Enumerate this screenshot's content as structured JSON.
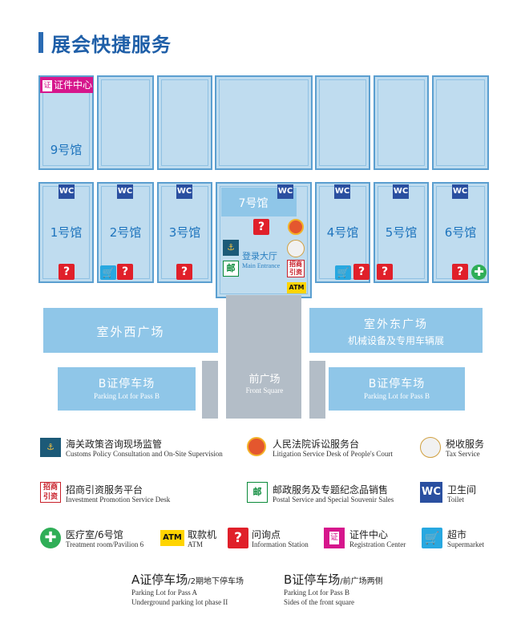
{
  "page": {
    "title": "展会快捷服务"
  },
  "top_halls": [
    {
      "label": "9号馆"
    },
    {
      "label": ""
    },
    {
      "label": ""
    },
    {
      "label": ""
    },
    {
      "label": ""
    },
    {
      "label": ""
    },
    {
      "label": ""
    }
  ],
  "registration_badge": {
    "icon_text": "证",
    "label": "证件中心"
  },
  "bottom_halls": {
    "h1": "1号馆",
    "h2": "2号馆",
    "h3": "3号馆",
    "h7": "7号馆",
    "h4": "4号馆",
    "h5": "5号馆",
    "h6": "6号馆"
  },
  "lobby": {
    "cn": "登录大厅",
    "en": "Main Entrance"
  },
  "icons": {
    "wc": "WC",
    "question": "?",
    "atm": "ATM",
    "cart": "🛒",
    "cross": "✚",
    "customs": "⚓",
    "post": "邮",
    "invest_1": "招商",
    "invest_2": "引资",
    "court": "法",
    "tax": "税"
  },
  "plazas": {
    "west": "室外西广场",
    "east_1": "室外东广场",
    "east_2": "机械设备及专用车辆展",
    "front_cn": "前广场",
    "front_en": "Front Square",
    "parking_b_cn": "B证停车场",
    "parking_b_en": "Parking Lot for Pass B"
  },
  "legend": [
    {
      "cn": "海关政策咨询现场监管",
      "en": "Customs Policy Consultation and On-Site Supervision",
      "icon": "customs-icon"
    },
    {
      "cn": "人民法院诉讼服务台",
      "en": "Litigation Service Desk of People's Court",
      "icon": "court-emblem-icon"
    },
    {
      "cn": "税收服务",
      "en": "Tax Service",
      "icon": "tax-emblem-icon"
    },
    {
      "cn": "招商引资服务平台",
      "en": "Investment Promotion Service Desk",
      "icon": "investment-icon"
    },
    {
      "cn": "邮政服务及专题纪念品销售",
      "en": "Postal Service and Special Souvenir Sales",
      "icon": "china-post-icon"
    },
    {
      "cn": "卫生间",
      "en": "Toilet",
      "icon": "wc-icon"
    },
    {
      "cn": "医疗室/6号馆",
      "en": "Treatment room/Pavilion 6",
      "icon": "medical-cross-icon"
    },
    {
      "cn": "取款机",
      "en": "ATM",
      "icon": "atm-icon"
    },
    {
      "cn": "问询点",
      "en": "Information Station",
      "icon": "question-icon"
    },
    {
      "cn": "证件中心",
      "en": "Registration Center",
      "icon": "registration-icon"
    },
    {
      "cn": "超市",
      "en": "Supermarket",
      "icon": "supermarket-icon"
    }
  ],
  "parking_notes": [
    {
      "cn": "A证停车场",
      "cn_sub": "/2期地下停车场",
      "en1": "Parking Lot for Pass A",
      "en2": "Underground parking lot phase II"
    },
    {
      "cn": "B证停车场",
      "cn_sub": "/前广场两侧",
      "en1": "Parking Lot for Pass B",
      "en2": "Sides of the front square"
    }
  ],
  "colors": {
    "hall_fill": "#bfdcef",
    "hall_border": "#5b9fd0",
    "plaza": "#8fc6e8",
    "title": "#1f5fa8"
  }
}
